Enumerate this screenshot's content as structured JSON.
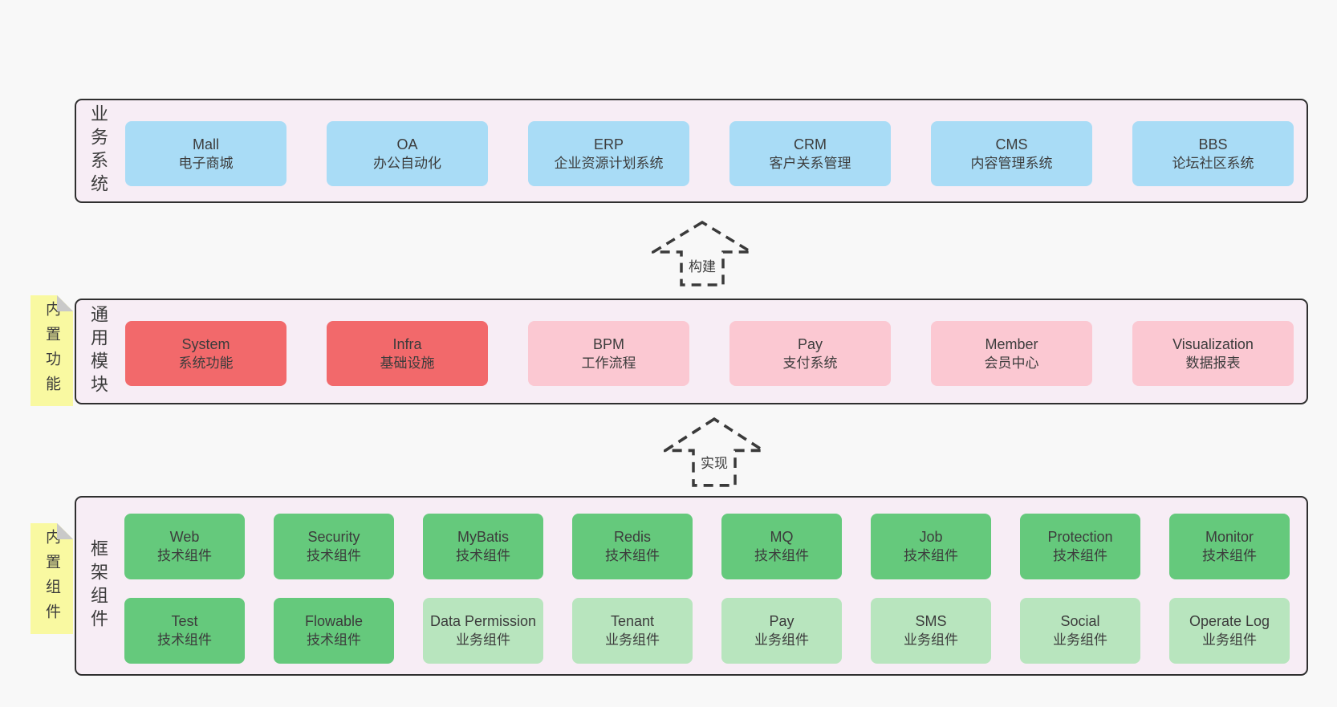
{
  "colors": {
    "page-bg": "#f8f8f8",
    "panel-bg": "#f7edf5",
    "panel-border": "#2f2f2f",
    "box-blue": "#a9dcf6",
    "box-red": "#f2696b",
    "box-pink": "#fbc8d2",
    "box-green": "#65c97c",
    "box-lightgreen": "#b8e5be",
    "note-yellow": "#f9f9a1",
    "note-fold": "#c9c9c9",
    "text": "#3c3c3c",
    "arrow": "#3a3a3a"
  },
  "arrows": [
    {
      "label": "构建"
    },
    {
      "label": "实现"
    }
  ],
  "layers": {
    "business": {
      "label": "业务系统",
      "boxes": [
        {
          "title": "Mall",
          "subtitle": "电子商城",
          "variant": "blue"
        },
        {
          "title": "OA",
          "subtitle": "办公自动化",
          "variant": "blue"
        },
        {
          "title": "ERP",
          "subtitle": "企业资源计划系统",
          "variant": "blue"
        },
        {
          "title": "CRM",
          "subtitle": "客户关系管理",
          "variant": "blue"
        },
        {
          "title": "CMS",
          "subtitle": "内容管理系统",
          "variant": "blue"
        },
        {
          "title": "BBS",
          "subtitle": "论坛社区系统",
          "variant": "blue"
        }
      ]
    },
    "modules": {
      "label": "通用模块",
      "note": "内置功能",
      "boxes": [
        {
          "title": "System",
          "subtitle": "系统功能",
          "variant": "red"
        },
        {
          "title": "Infra",
          "subtitle": "基础设施",
          "variant": "red"
        },
        {
          "title": "BPM",
          "subtitle": "工作流程",
          "variant": "pink"
        },
        {
          "title": "Pay",
          "subtitle": "支付系统",
          "variant": "pink"
        },
        {
          "title": "Member",
          "subtitle": "会员中心",
          "variant": "pink"
        },
        {
          "title": "Visualization",
          "subtitle": "数据报表",
          "variant": "pink"
        }
      ]
    },
    "framework": {
      "label": "框架组件",
      "note": "内置组件",
      "rows": [
        [
          {
            "title": "Web",
            "subtitle": "技术组件",
            "variant": "green"
          },
          {
            "title": "Security",
            "subtitle": "技术组件",
            "variant": "green"
          },
          {
            "title": "MyBatis",
            "subtitle": "技术组件",
            "variant": "green"
          },
          {
            "title": "Redis",
            "subtitle": "技术组件",
            "variant": "green"
          },
          {
            "title": "MQ",
            "subtitle": "技术组件",
            "variant": "green"
          },
          {
            "title": "Job",
            "subtitle": "技术组件",
            "variant": "green"
          },
          {
            "title": "Protection",
            "subtitle": "技术组件",
            "variant": "green"
          },
          {
            "title": "Monitor",
            "subtitle": "技术组件",
            "variant": "green"
          }
        ],
        [
          {
            "title": "Test",
            "subtitle": "技术组件",
            "variant": "green"
          },
          {
            "title": "Flowable",
            "subtitle": "技术组件",
            "variant": "green"
          },
          {
            "title": "Data Permission",
            "subtitle": "业务组件",
            "variant": "lightgreen"
          },
          {
            "title": "Tenant",
            "subtitle": "业务组件",
            "variant": "lightgreen"
          },
          {
            "title": "Pay",
            "subtitle": "业务组件",
            "variant": "lightgreen"
          },
          {
            "title": "SMS",
            "subtitle": "业务组件",
            "variant": "lightgreen"
          },
          {
            "title": "Social",
            "subtitle": "业务组件",
            "variant": "lightgreen"
          },
          {
            "title": "Operate Log",
            "subtitle": "业务组件",
            "variant": "lightgreen"
          }
        ]
      ]
    }
  }
}
